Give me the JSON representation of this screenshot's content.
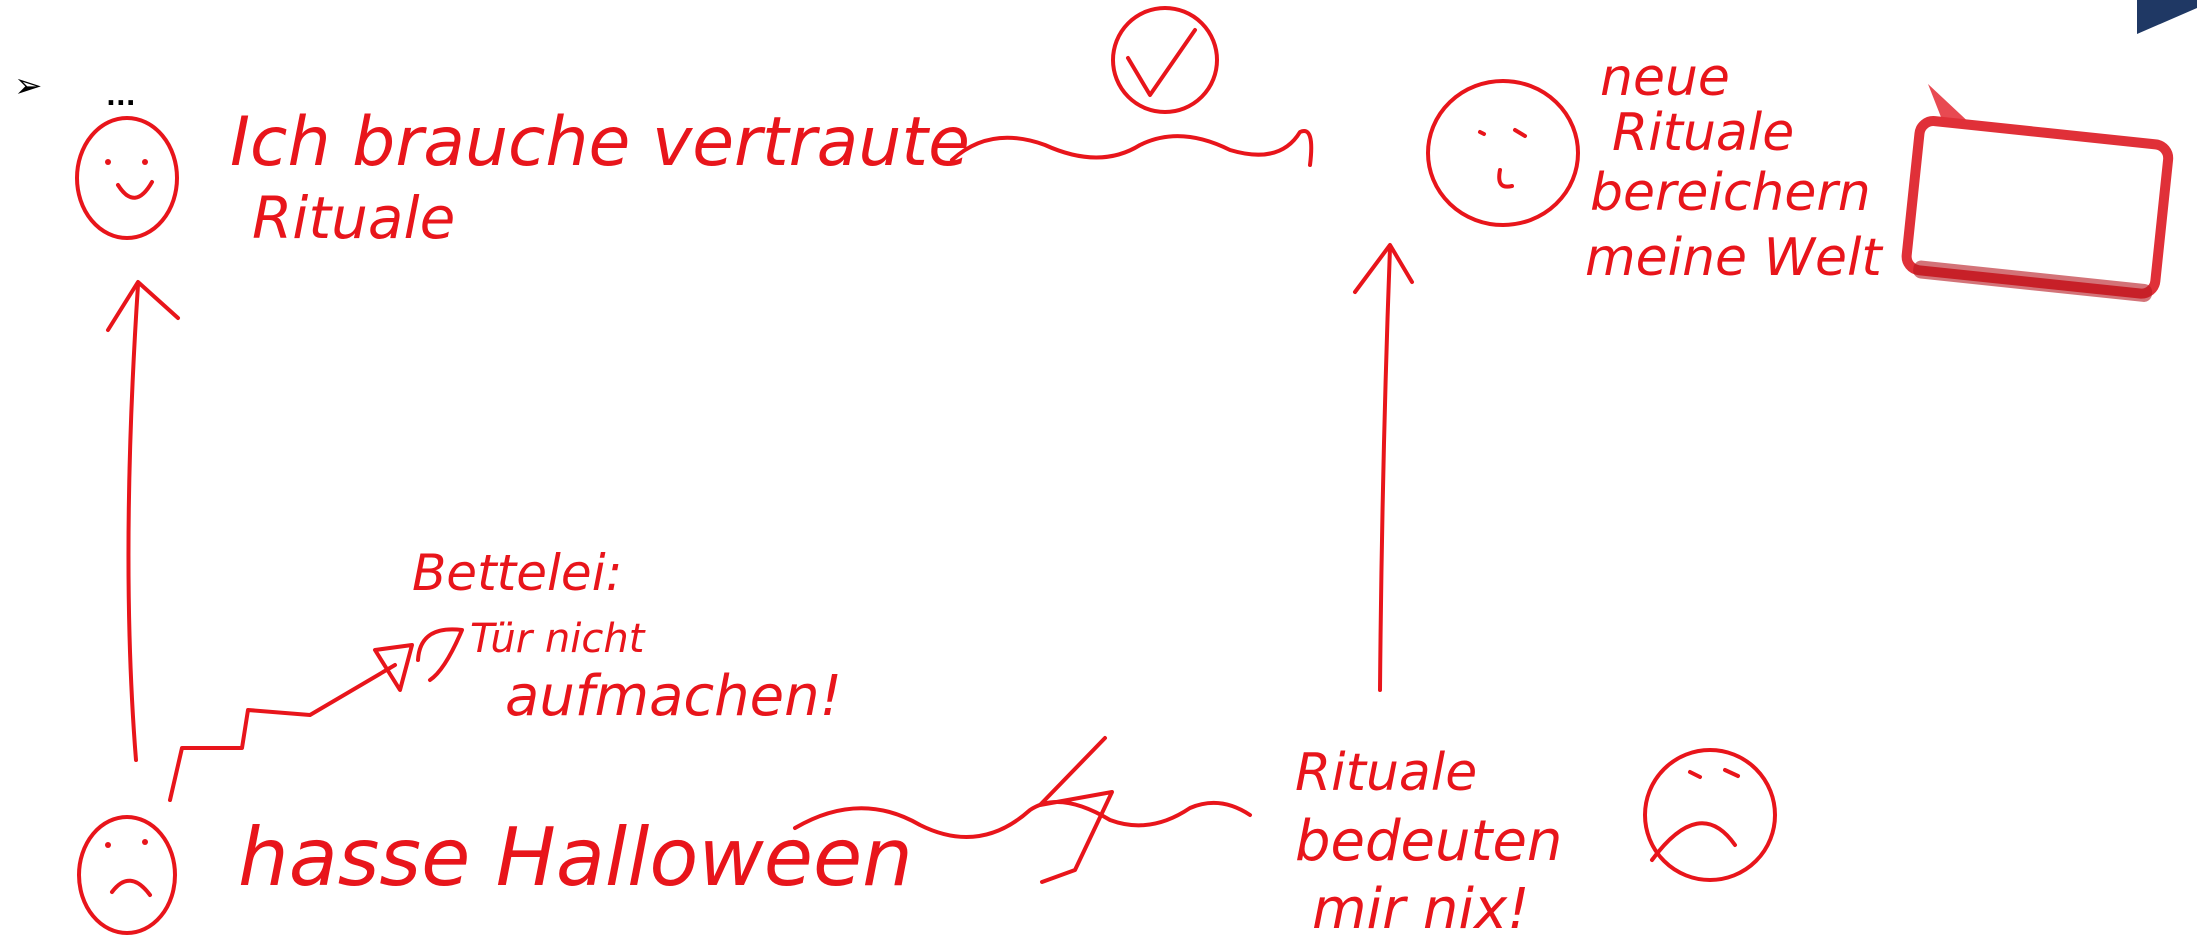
{
  "bullet": "➢",
  "ellipsis": "...",
  "notes": {
    "top_left_line1": "Ich brauche vertraute",
    "top_left_line2": "Rituale",
    "top_right_line1": "neue",
    "top_right_line2": "Rituale",
    "top_right_line3": "bereichern",
    "top_right_line4": "meine Welt",
    "middle_line1": "Bettelei:",
    "middle_line2": "Tür nicht",
    "middle_line3": "aufmachen!",
    "bottom_left": "hasse Halloween",
    "bottom_right_line1": "Rituale",
    "bottom_right_line2": "bedeuten",
    "bottom_right_line3": "mir nix!"
  },
  "colors": {
    "ink": "#e8151b",
    "accent": "#1f3864",
    "callout": "#e03038"
  }
}
